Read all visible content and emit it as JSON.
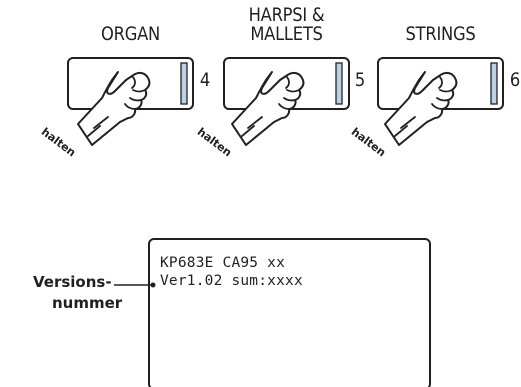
{
  "buttons": [
    {
      "label_line1": "",
      "label_line2": "ORGAN",
      "number": "4",
      "hold_text": "halten"
    },
    {
      "label_line1": "HARPSI &",
      "label_line2": "MALLETS",
      "number": "5",
      "hold_text": "halten"
    },
    {
      "label_line1": "",
      "label_line2": "STRINGS",
      "number": "6",
      "hold_text": "halten"
    }
  ],
  "lcd": {
    "line1": "KP683E CA95 xx",
    "line2": "Ver1.02 sum:xxxx"
  },
  "callout": {
    "line1": "Versions-",
    "line2": "nummer"
  },
  "colors": {
    "ink": "#231f20",
    "led": "#b9d2ea"
  }
}
